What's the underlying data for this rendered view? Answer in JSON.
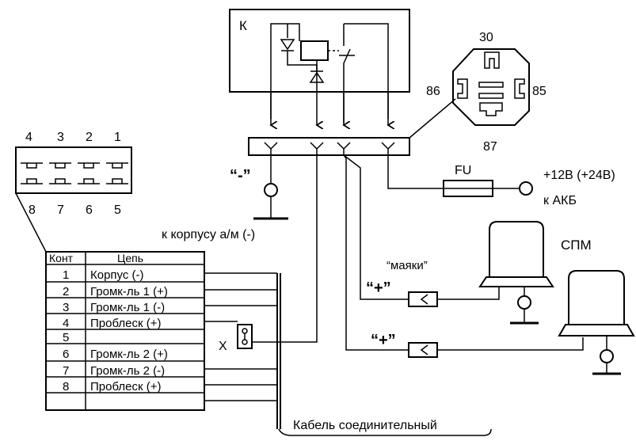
{
  "relay_block": {
    "label": "К"
  },
  "relay_pins": {
    "p30": "30",
    "p86": "86",
    "p85": "85",
    "p87": "87"
  },
  "connector8": {
    "top_numbers": [
      "4",
      "3",
      "2",
      "1"
    ],
    "bottom_numbers": [
      "8",
      "7",
      "6",
      "5"
    ]
  },
  "ground_label_minus": "“-”",
  "ground_caption": "к корпусу а/м (-)",
  "fuse": {
    "label": "FU"
  },
  "battery": {
    "voltage": "+12В (+24В)",
    "caption": "к АКБ"
  },
  "beacons": {
    "label": "СПМ",
    "beacon_caption": "“маяки”",
    "plus_label_1": "“+”",
    "plus_label_2": "“+”"
  },
  "jumper_label": "X",
  "cable_label": "Кабель соединительный",
  "pin_table": {
    "headers": [
      "Конт",
      "Цепь"
    ],
    "rows": [
      {
        "pin": "1",
        "circuit": "Корпус (-)"
      },
      {
        "pin": "2",
        "circuit": "Громк-ль 1 (+)"
      },
      {
        "pin": "3",
        "circuit": "Громк-ль 1 (-)"
      },
      {
        "pin": "4",
        "circuit": "Проблеск (+)"
      },
      {
        "pin": "5",
        "circuit": ""
      },
      {
        "pin": "6",
        "circuit": "Громк-ль 2 (+)"
      },
      {
        "pin": "7",
        "circuit": "Громк-ль 2 (-)"
      },
      {
        "pin": "8",
        "circuit": "Проблеск (+)"
      }
    ]
  }
}
